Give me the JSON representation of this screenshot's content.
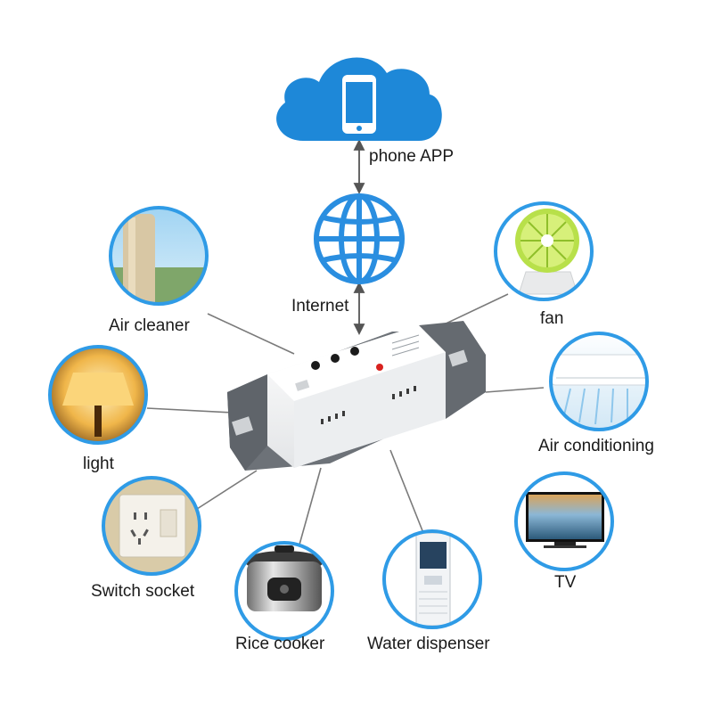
{
  "cloud": {
    "label": "phone APP"
  },
  "network": {
    "label": "Internet"
  },
  "devices": [
    {
      "id": "air-cleaner",
      "label": "Air cleaner"
    },
    {
      "id": "light",
      "label": "light"
    },
    {
      "id": "switch-socket",
      "label": "Switch socket"
    },
    {
      "id": "rice-cooker",
      "label": "Rice cooker"
    },
    {
      "id": "water-dispenser",
      "label": "Water dispenser"
    },
    {
      "id": "tv",
      "label": "TV"
    },
    {
      "id": "air-conditioning",
      "label": "Air conditioning"
    },
    {
      "id": "fan",
      "label": "fan"
    }
  ],
  "colors": {
    "cloud": "#1e88d8",
    "globe": "#2a8ee0",
    "circle_border": "#2f9be6",
    "module_gray": "#6d7278",
    "module_body": "#f2f3f4",
    "led": "#d8221f"
  }
}
